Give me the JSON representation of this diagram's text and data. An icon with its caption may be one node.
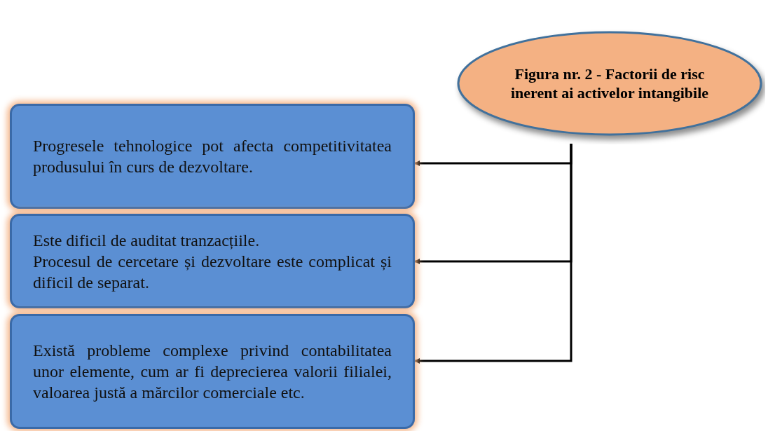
{
  "diagram": {
    "nodes": [
      {
        "text": [
          "Figura nr. 2 - Factorii de risc inerent ai activelor intangibile"
        ]
      },
      {
        "text": [
          "Progresele tehnologice pot afecta competitivitatea produsului în curs de dezvoltare."
        ]
      },
      {
        "text": [
          "Este dificil de auditat tranzacțiile.",
          "Procesul de cercetare și dezvoltare este complicat și dificil de separat."
        ]
      },
      {
        "text": [
          "Există probleme complexe privind contabilitatea unor elemente, cum ar fi deprecierea valorii filialei, valoarea justă a mărcilor comerciale etc."
        ]
      }
    ],
    "edges": [
      {
        "from": 0,
        "to": 1,
        "arrow": "to"
      },
      {
        "from": 0,
        "to": 2,
        "arrow": "to"
      },
      {
        "from": 0,
        "to": 3,
        "arrow": "to"
      }
    ]
  }
}
